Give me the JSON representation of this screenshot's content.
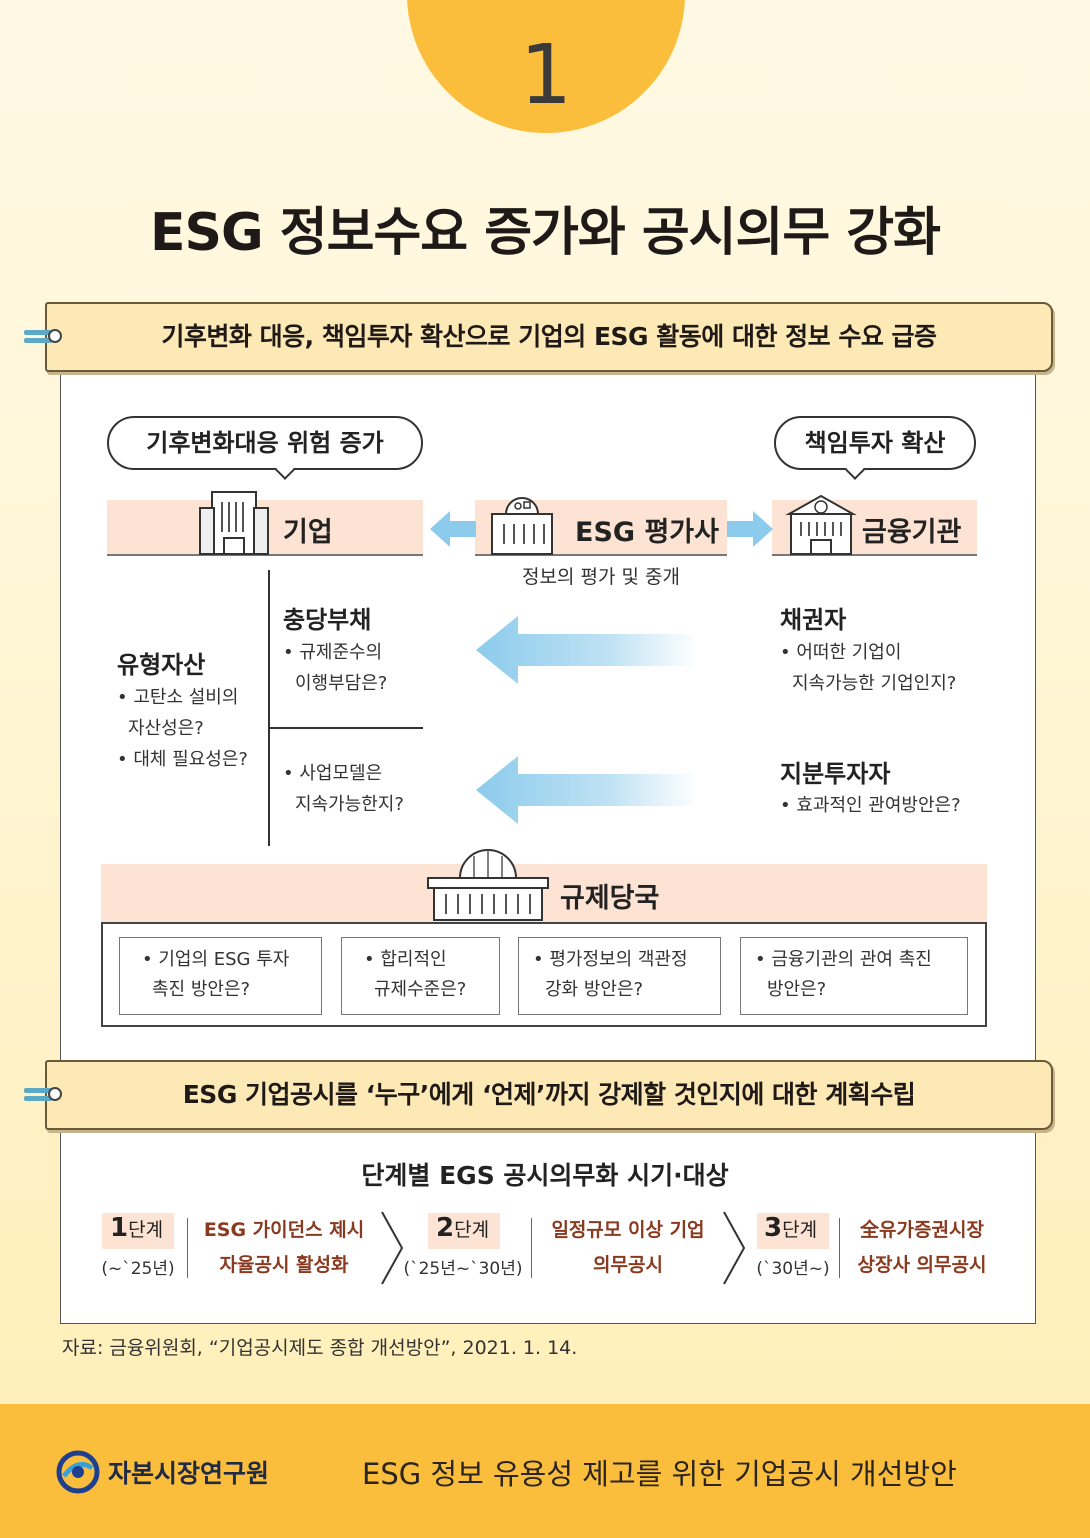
{
  "section_number": "1",
  "title": "ESG 정보수요 증가와 공시의무 강화",
  "ribbon1": "기후변화 대응, 책임투자 확산으로 기업의 ESG 활동에 대한 정보 수요 급증",
  "bubbles": {
    "left": "기후변화대응 위험 증가",
    "right": "책임투자 확산"
  },
  "entities": {
    "company": "기업",
    "rating": "ESG 평가사",
    "rating_sub": "정보의 평가 및 중개",
    "finance": "금융기관"
  },
  "company_col": {
    "tangible_head": "유형자산",
    "tangible_b1_l1": "• 고탄소 설비의",
    "tangible_b1_l2": "자산성은?",
    "tangible_b2": "• 대체 필요성은?",
    "liability_head": "충당부채",
    "liability_b1_l1": "• 규제준수의",
    "liability_b1_l2": "이행부담은?",
    "model_b1_l1": "• 사업모델은",
    "model_b1_l2": "지속가능한지?"
  },
  "finance_col": {
    "creditor_head": "채권자",
    "creditor_b1_l1": "• 어떠한 기업이",
    "creditor_b1_l2": "지속가능한 기업인지?",
    "equity_head": "지분투자자",
    "equity_b1": "• 효과적인 관여방안은?"
  },
  "regulator": {
    "label": "규제당국",
    "q1_l1": "• 기업의 ESG 투자",
    "q1_l2": "촉진 방안은?",
    "q2_l1": "• 합리적인",
    "q2_l2": "규제수준은?",
    "q3_l1": "• 평가정보의 객관정",
    "q3_l2": "강화 방안은?",
    "q4_l1": "• 금융기관의 관여 촉진",
    "q4_l2": "방안은?"
  },
  "ribbon2": "ESG 기업공시를 ‘누구’에게 ‘언제’까지 강제할 것인지에 대한 계획수립",
  "stages_title": "단계별 EGS 공시의무화 시기·대상",
  "stages": [
    {
      "num": "1",
      "label": "단계",
      "period": "(~`25년)",
      "line1": "ESG 가이던스 제시",
      "line2": "자율공시 활성화"
    },
    {
      "num": "2",
      "label": "단계",
      "period": "(`25년~`30년)",
      "line1": "일정규모 이상 기업",
      "line2": "의무공시"
    },
    {
      "num": "3",
      "label": "단계",
      "period": "(`30년~)",
      "line1": "全유가증권시장",
      "line2": "상장사 의무공시"
    }
  ],
  "source": "자료: 금융위원회, “기업공시제도 종합 개선방안”, 2021. 1. 14.",
  "footer": {
    "org": "자본시장연구원",
    "doc_title": "ESG 정보 유용성 제고를 위한 기업공시 개선방안"
  },
  "colors": {
    "accent": "#fbbd3c",
    "band": "#fde3d4",
    "arrow": "#8ccbec",
    "stage_text": "#8a3a1e"
  }
}
